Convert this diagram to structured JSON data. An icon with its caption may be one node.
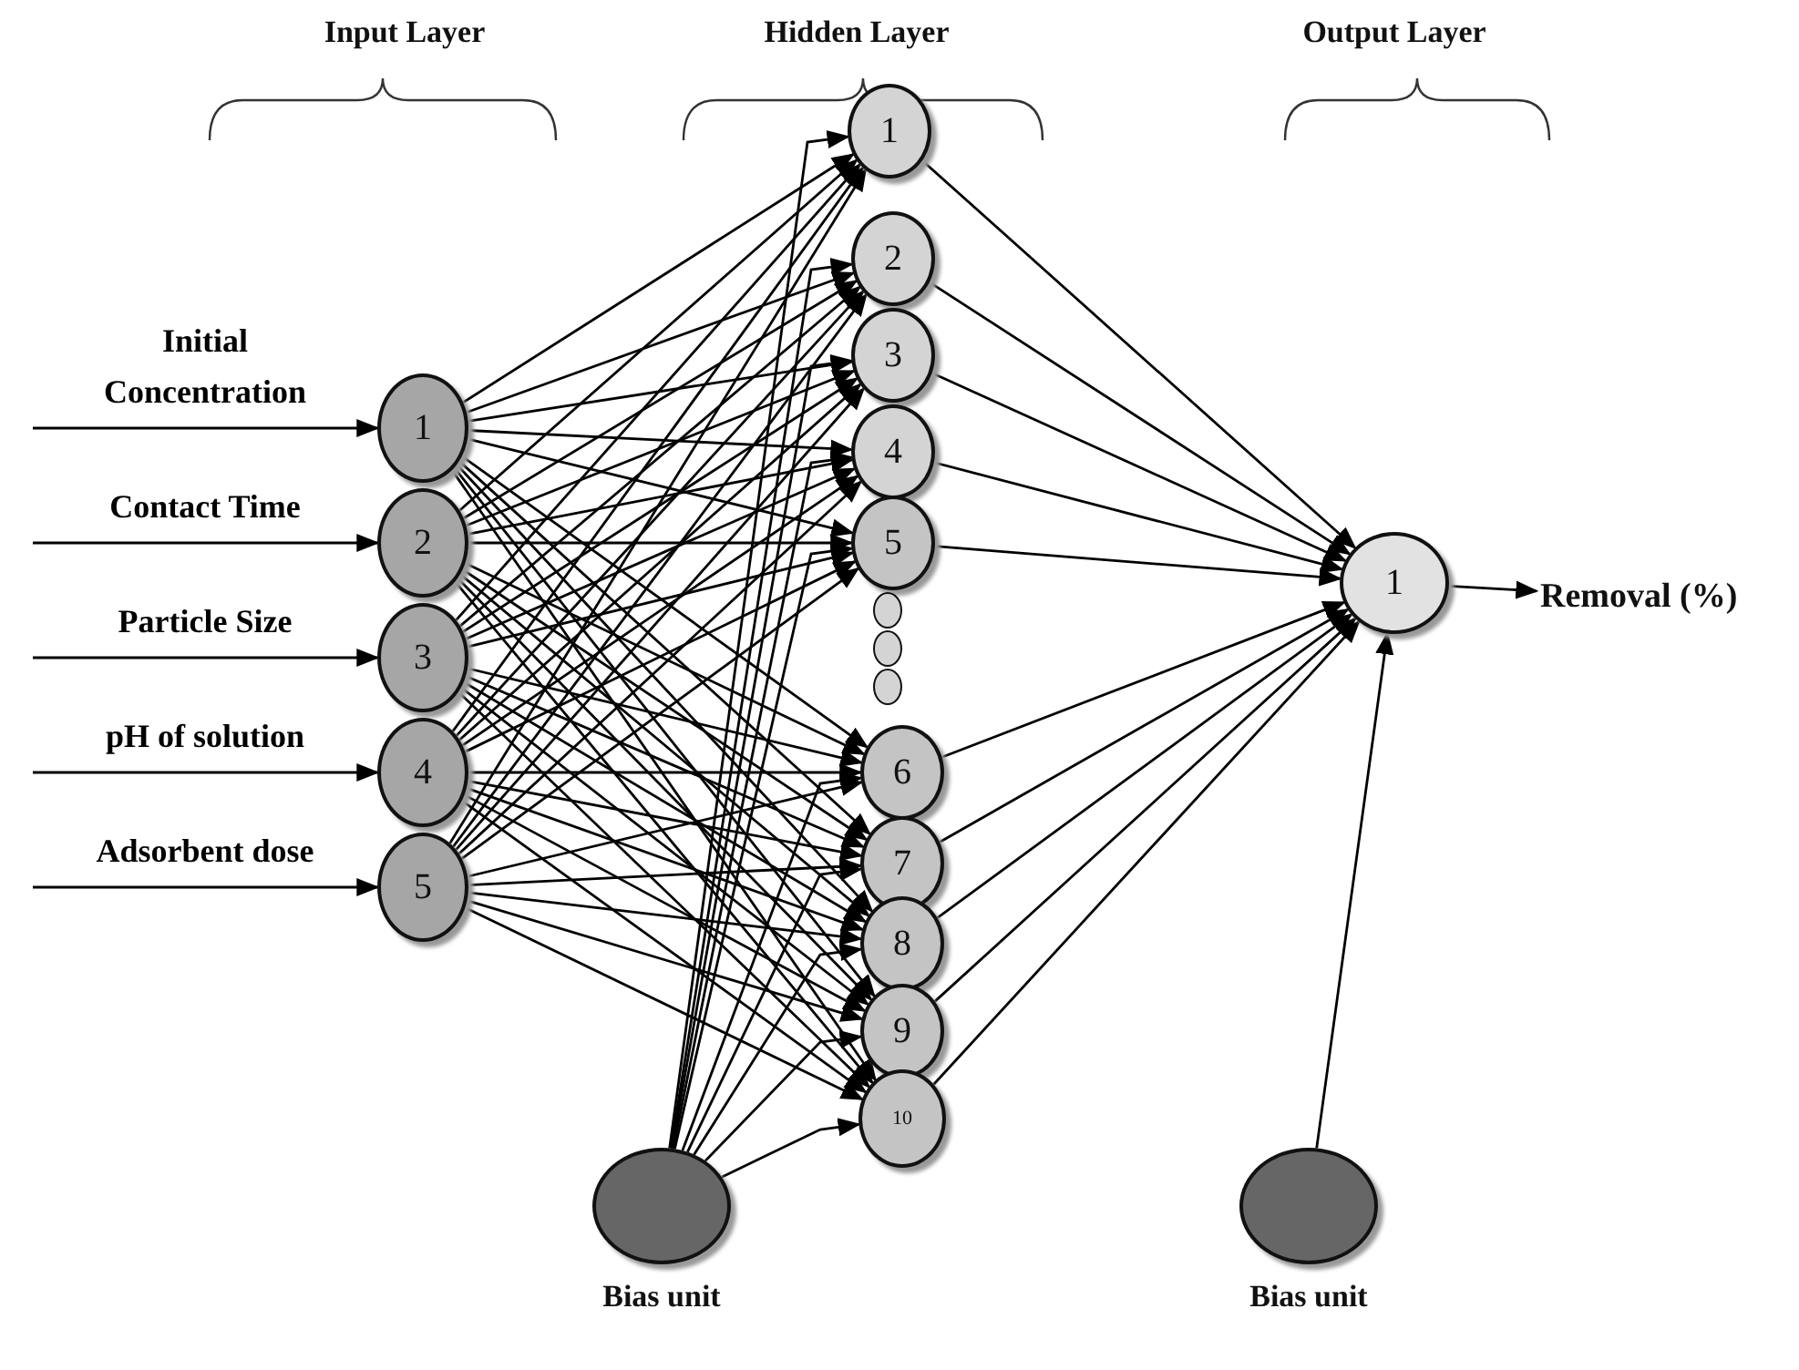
{
  "diagram": {
    "nodes": [
      {
        "text": [
          "1"
        ]
      },
      {
        "text": [
          "2"
        ]
      },
      {
        "text": [
          "3"
        ]
      },
      {
        "text": [
          "4"
        ]
      },
      {
        "text": [
          "5"
        ]
      },
      {
        "text": [
          "1"
        ]
      },
      {
        "text": [
          "2"
        ]
      },
      {
        "text": [
          "3"
        ]
      },
      {
        "text": [
          "4"
        ]
      },
      {
        "text": [
          "5"
        ]
      },
      {
        "text": [],
        "shape": "circle"
      },
      {
        "text": [],
        "shape": "circle"
      },
      {
        "text": [],
        "shape": "circle"
      },
      {
        "text": [
          "6"
        ]
      },
      {
        "text": [
          "7"
        ]
      },
      {
        "text": [
          "8"
        ]
      },
      {
        "text": [
          "9"
        ]
      },
      {
        "text": [
          "10"
        ]
      },
      {
        "text": [
          "1"
        ]
      },
      {
        "text": [
          "Removal (%)"
        ]
      },
      {
        "text": [],
        "shape": "circle",
        "beside": [
          "Bias unit"
        ]
      },
      {
        "text": [],
        "shape": "circle",
        "beside": [
          "Bias unit"
        ]
      }
    ],
    "edges": [
      {
        "from": null,
        "to": 0,
        "arrow": "to",
        "label": "Initial Concentration"
      },
      {
        "from": null,
        "to": 1,
        "arrow": "to",
        "label": "Contact Time"
      },
      {
        "from": null,
        "to": 2,
        "arrow": "to",
        "label": "Particle Size"
      },
      {
        "from": null,
        "to": 3,
        "arrow": "to",
        "label": "pH of solution"
      },
      {
        "from": null,
        "to": 4,
        "arrow": "to",
        "label": "Adsorbent dose"
      },
      {
        "from": 0,
        "to": 5,
        "arrow": "to"
      },
      {
        "from": 0,
        "to": 6,
        "arrow": "to"
      },
      {
        "from": 0,
        "to": 7,
        "arrow": "to"
      },
      {
        "from": 0,
        "to": 8,
        "arrow": "to"
      },
      {
        "from": 0,
        "to": 9,
        "arrow": "to"
      },
      {
        "from": 0,
        "to": 13,
        "arrow": "to"
      },
      {
        "from": 0,
        "to": 14,
        "arrow": "to"
      },
      {
        "from": 0,
        "to": 15,
        "arrow": "to"
      },
      {
        "from": 0,
        "to": 16,
        "arrow": "to"
      },
      {
        "from": 0,
        "to": 17,
        "arrow": "to"
      },
      {
        "from": 1,
        "to": 5,
        "arrow": "to"
      },
      {
        "from": 1,
        "to": 6,
        "arrow": "to"
      },
      {
        "from": 1,
        "to": 7,
        "arrow": "to"
      },
      {
        "from": 1,
        "to": 8,
        "arrow": "to"
      },
      {
        "from": 1,
        "to": 9,
        "arrow": "to"
      },
      {
        "from": 1,
        "to": 13,
        "arrow": "to"
      },
      {
        "from": 1,
        "to": 14,
        "arrow": "to"
      },
      {
        "from": 1,
        "to": 15,
        "arrow": "to"
      },
      {
        "from": 1,
        "to": 16,
        "arrow": "to"
      },
      {
        "from": 1,
        "to": 17,
        "arrow": "to"
      },
      {
        "from": 2,
        "to": 5,
        "arrow": "to"
      },
      {
        "from": 2,
        "to": 6,
        "arrow": "to"
      },
      {
        "from": 2,
        "to": 7,
        "arrow": "to"
      },
      {
        "from": 2,
        "to": 8,
        "arrow": "to"
      },
      {
        "from": 2,
        "to": 9,
        "arrow": "to"
      },
      {
        "from": 2,
        "to": 13,
        "arrow": "to"
      },
      {
        "from": 2,
        "to": 14,
        "arrow": "to"
      },
      {
        "from": 2,
        "to": 15,
        "arrow": "to"
      },
      {
        "from": 2,
        "to": 16,
        "arrow": "to"
      },
      {
        "from": 2,
        "to": 17,
        "arrow": "to"
      },
      {
        "from": 3,
        "to": 5,
        "arrow": "to"
      },
      {
        "from": 3,
        "to": 6,
        "arrow": "to"
      },
      {
        "from": 3,
        "to": 7,
        "arrow": "to"
      },
      {
        "from": 3,
        "to": 8,
        "arrow": "to"
      },
      {
        "from": 3,
        "to": 9,
        "arrow": "to"
      },
      {
        "from": 3,
        "to": 13,
        "arrow": "to"
      },
      {
        "from": 3,
        "to": 14,
        "arrow": "to"
      },
      {
        "from": 3,
        "to": 15,
        "arrow": "to"
      },
      {
        "from": 3,
        "to": 16,
        "arrow": "to"
      },
      {
        "from": 3,
        "to": 17,
        "arrow": "to"
      },
      {
        "from": 4,
        "to": 5,
        "arrow": "to"
      },
      {
        "from": 4,
        "to": 6,
        "arrow": "to"
      },
      {
        "from": 4,
        "to": 7,
        "arrow": "to"
      },
      {
        "from": 4,
        "to": 8,
        "arrow": "to"
      },
      {
        "from": 4,
        "to": 9,
        "arrow": "to"
      },
      {
        "from": 4,
        "to": 13,
        "arrow": "to"
      },
      {
        "from": 4,
        "to": 14,
        "arrow": "to"
      },
      {
        "from": 4,
        "to": 15,
        "arrow": "to"
      },
      {
        "from": 4,
        "to": 16,
        "arrow": "to"
      },
      {
        "from": 4,
        "to": 17,
        "arrow": "to"
      },
      {
        "from": 20,
        "to": 5,
        "arrow": "to"
      },
      {
        "from": 20,
        "to": 6,
        "arrow": "to"
      },
      {
        "from": 20,
        "to": 7,
        "arrow": "to"
      },
      {
        "from": 20,
        "to": 8,
        "arrow": "to"
      },
      {
        "from": 20,
        "to": 9,
        "arrow": "to"
      },
      {
        "from": 20,
        "to": 13,
        "arrow": "to"
      },
      {
        "from": 20,
        "to": 14,
        "arrow": "to"
      },
      {
        "from": 20,
        "to": 15,
        "arrow": "to"
      },
      {
        "from": 20,
        "to": 16,
        "arrow": "to"
      },
      {
        "from": 20,
        "to": 17,
        "arrow": "to"
      },
      {
        "from": 5,
        "to": 18,
        "arrow": "to"
      },
      {
        "from": 6,
        "to": 18,
        "arrow": "to"
      },
      {
        "from": 7,
        "to": 18,
        "arrow": "to"
      },
      {
        "from": 8,
        "to": 18,
        "arrow": "to"
      },
      {
        "from": 9,
        "to": 18,
        "arrow": "to"
      },
      {
        "from": 13,
        "to": 18,
        "arrow": "to"
      },
      {
        "from": 14,
        "to": 18,
        "arrow": "to"
      },
      {
        "from": 15,
        "to": 18,
        "arrow": "to"
      },
      {
        "from": 16,
        "to": 18,
        "arrow": "to"
      },
      {
        "from": 17,
        "to": 18,
        "arrow": "to"
      },
      {
        "from": 21,
        "to": 18,
        "arrow": "to"
      },
      {
        "from": 18,
        "to": 19,
        "arrow": "to"
      }
    ],
    "labels": [
      "Input Layer",
      "Hidden Layer",
      "Output Layer"
    ]
  }
}
